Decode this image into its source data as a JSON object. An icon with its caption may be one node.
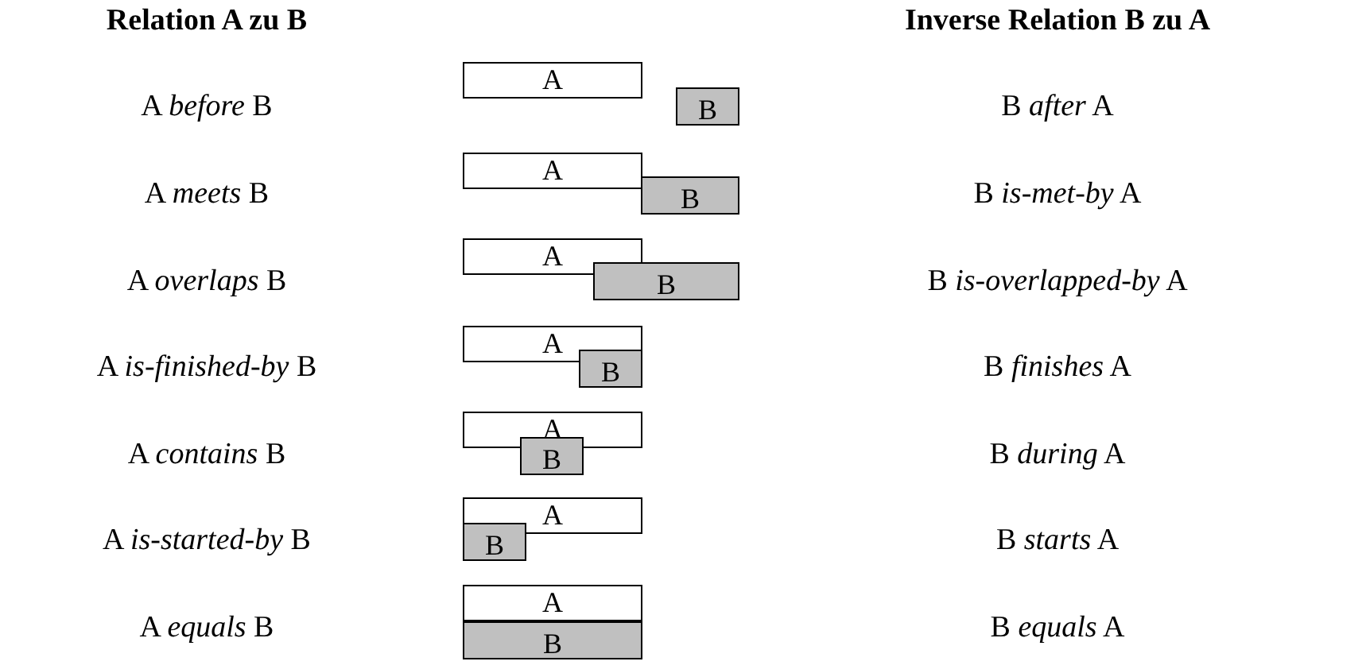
{
  "diagram": {
    "nodes": [
      {
        "text": [
          "A"
        ]
      },
      {
        "text": [
          "B"
        ]
      },
      {
        "text": [
          "A"
        ]
      },
      {
        "text": [
          "B"
        ]
      },
      {
        "text": [
          "A"
        ]
      },
      {
        "text": [
          "B"
        ]
      },
      {
        "text": [
          "A"
        ]
      },
      {
        "text": [
          "B"
        ]
      },
      {
        "text": [
          "A"
        ]
      },
      {
        "text": [
          "B"
        ]
      },
      {
        "text": [
          "A"
        ]
      },
      {
        "text": [
          "B"
        ]
      },
      {
        "text": [
          "A"
        ]
      },
      {
        "text": [
          "B"
        ]
      }
    ],
    "labels": [
      "Relation A zu B",
      "Inverse Relation B zu A",
      "A *before* B",
      "B *after* A",
      "A *meets* B",
      "B *is-met-by* A",
      "A *overlaps* B",
      "B *is-overlapped-by* A",
      "A *is-finished-by* B",
      "B *finishes* A",
      "A *contains* B",
      "B *during* A",
      "A *is-started-by* B",
      "B *starts* A",
      "A *equals* B",
      "B *equals* A"
    ]
  }
}
